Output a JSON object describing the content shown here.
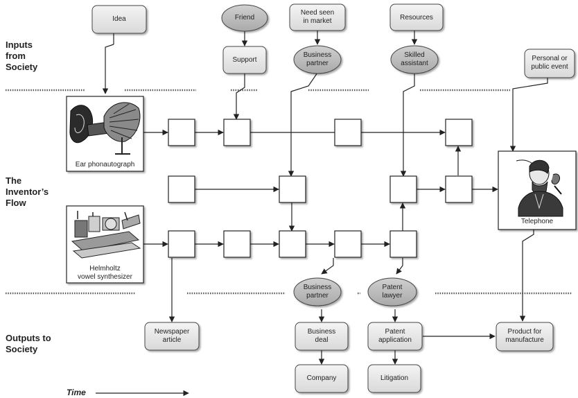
{
  "rows": {
    "inputs": "Inputs\nfrom\nSociety",
    "flow": "The\nInventor’s\nFlow",
    "outputs": "Outputs to\nSociety"
  },
  "time_label": "Time",
  "inputs": {
    "idea": "Idea",
    "friend": "Friend",
    "need": "Need seen\nin market",
    "resources": "Resources",
    "support": "Support",
    "business_partner": "Business\npartner",
    "skilled_assistant": "Skilled\nassistant",
    "personal_event": "Personal or\npublic event"
  },
  "flow": {
    "ear_phonautograph": "Ear phonautograph",
    "helmholtz": "Helmholtz\nvowel synthesizer",
    "telephone": "Telephone"
  },
  "outputs": {
    "business_partner": "Business\npartner",
    "patent_lawyer": "Patent\nlawyer",
    "newspaper_article": "Newspaper\narticle",
    "business_deal": "Business\ndeal",
    "patent_application": "Patent\napplication",
    "product": "Product for\nmanufacture",
    "company": "Company",
    "litigation": "Litigation"
  }
}
